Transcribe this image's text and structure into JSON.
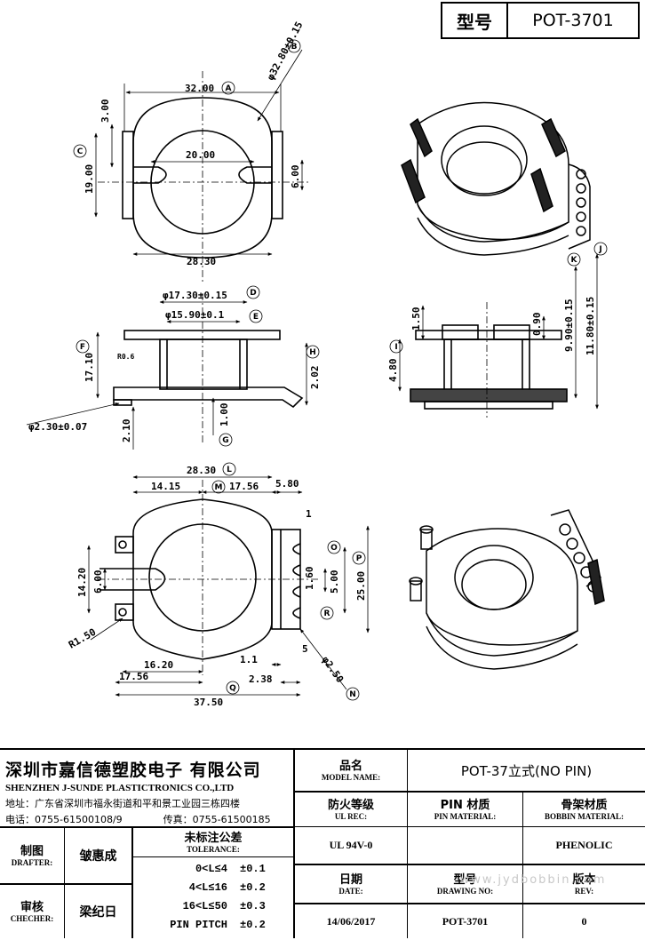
{
  "header": {
    "model_label": "型号",
    "model_value": "POT-3701"
  },
  "dimensions": {
    "top_view": [
      "32.00",
      "φ32.80±0.15",
      "3.00",
      "19.00",
      "20.00",
      "6.00",
      "28.30"
    ],
    "top_callouts": [
      "A",
      "B",
      "C"
    ],
    "side_view": [
      "φ17.30±0.15",
      "φ15.90±0.1",
      "17.10",
      "R0.6",
      "2.02",
      "φ2.30±0.07",
      "2.10",
      "1.00"
    ],
    "side_callouts": [
      "D",
      "E",
      "F",
      "H",
      "G"
    ],
    "right_view": [
      "1.50",
      "0.90",
      "9.90±0.15",
      "11.80±0.15",
      "4.80"
    ],
    "right_callouts": [
      "K",
      "J",
      "I"
    ],
    "bottom_view": [
      "28.30",
      "14.15",
      "17.56",
      "5.80",
      "1",
      "14.20",
      "6.00",
      "1.60",
      "5.00",
      "25.00",
      "R1.50",
      "16.20",
      "17.56",
      "37.50",
      "1.1",
      "2.38",
      "5",
      "φ2.50"
    ],
    "bottom_callouts": [
      "L",
      "M",
      "O",
      "P",
      "R",
      "Q",
      "N"
    ]
  },
  "title_block": {
    "company_cn": "深圳市嘉信德塑胶电子 有限公司",
    "company_en": "SHENZHEN J-SUNDE PLASTICTRONICS CO.,LTD",
    "address": "地址：广东省深圳市福永街道和平和景工业园三栋四楼",
    "phone": "电话：0755-61500108/9",
    "fax": "传真：0755-61500185",
    "model_name_cn": "品名",
    "model_name_en": "MODEL NAME:",
    "model_name_value": "POT-37立式(NO PIN)",
    "ul_cn": "防火等级",
    "ul_en": "UL REC:",
    "pin_cn": "PIN 材质",
    "pin_en": "PIN MATERIAL:",
    "bobbin_cn": "骨架材质",
    "bobbin_en": "BOBBIN MATERIAL:",
    "ul_value": "UL 94V-0",
    "pin_value": "",
    "bobbin_value": "PHENOLIC",
    "drafter_cn": "制图",
    "drafter_en": "DRAFTER:",
    "drafter_name": "皱惠成",
    "checker_cn": "审核",
    "checker_en": "CHECHER:",
    "checker_name": "梁纪日",
    "tolerance_cn": "未标注公差",
    "tolerance_en": "TOLERANCE:",
    "tolerances": [
      {
        "range": "0<L≤4",
        "value": "±0.1"
      },
      {
        "range": "4<L≤16",
        "value": "±0.2"
      },
      {
        "range": "16<L≤50",
        "value": "±0.3"
      },
      {
        "range": "PIN PITCH",
        "value": "±0.2"
      }
    ],
    "date_cn": "日期",
    "date_en": "DATE:",
    "date_value": "14/06/2017",
    "drawing_cn": "型号",
    "drawing_en": "DRAWING NO:",
    "drawing_value": "POT-3701",
    "rev_cn": "版本",
    "rev_en": "REV:",
    "rev_value": "0",
    "watermark": "www.jydbobbin.com"
  }
}
